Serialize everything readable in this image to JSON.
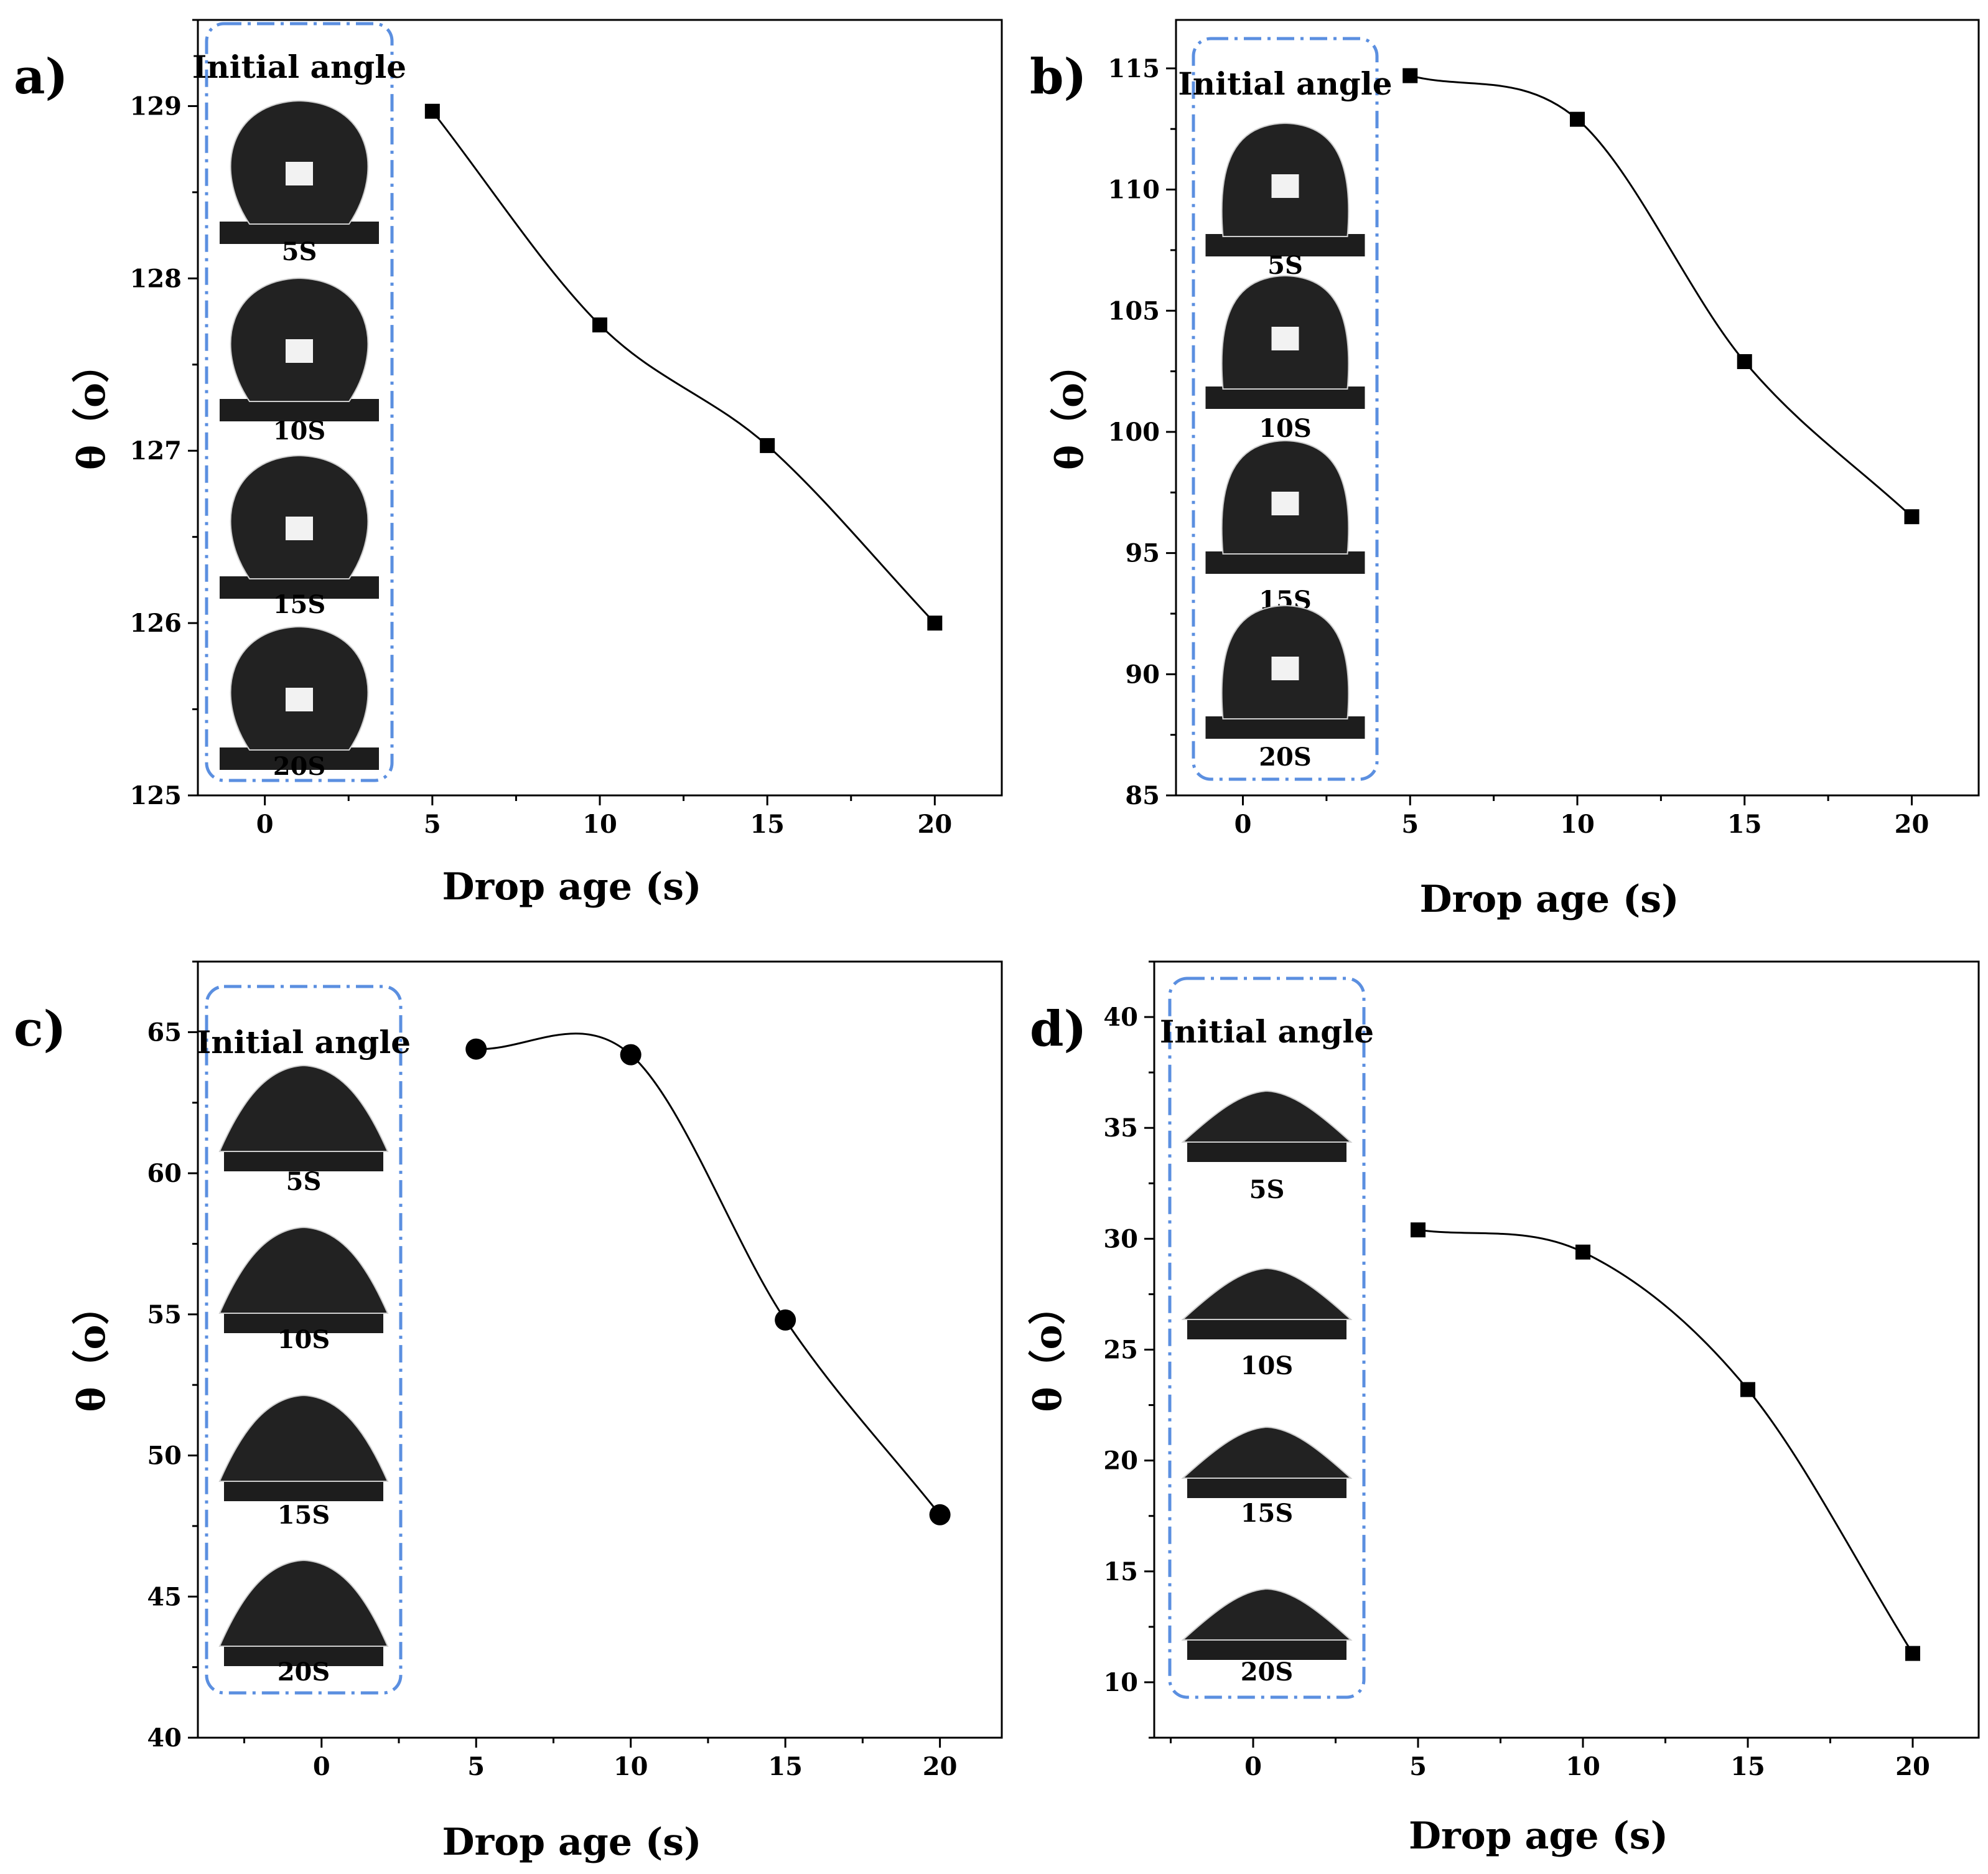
{
  "inset_title": "Initial angle",
  "chart_data": [
    {
      "type": "line",
      "label": "a)",
      "xlabel": "Drop age (s)",
      "ylabel": "θ（ο）",
      "xlim": [
        -2,
        22
      ],
      "ylim": [
        125,
        129.5
      ],
      "xticks": [
        0,
        5,
        10,
        15,
        20
      ],
      "yticks": [
        125,
        126,
        127,
        128,
        129
      ],
      "marker": "square",
      "series": [
        {
          "x": [
            5,
            10,
            15,
            20
          ],
          "y": [
            128.97,
            127.73,
            127.03,
            126.0
          ]
        }
      ],
      "inset": {
        "drop_style": "sphere",
        "times": [
          "5S",
          "10S",
          "15S",
          "20S"
        ]
      }
    },
    {
      "type": "line",
      "label": "b)",
      "xlabel": "Drop age (s)",
      "ylabel": "θ（ο）",
      "xlim": [
        -2,
        22
      ],
      "ylim": [
        85,
        117
      ],
      "xticks": [
        0,
        5,
        10,
        15,
        20
      ],
      "yticks": [
        85,
        90,
        95,
        100,
        105,
        110,
        115
      ],
      "marker": "square",
      "series": [
        {
          "x": [
            5,
            10,
            15,
            20
          ],
          "y": [
            114.7,
            112.9,
            102.9,
            96.5
          ]
        }
      ],
      "inset": {
        "drop_style": "dome",
        "times": [
          "5S",
          "10S",
          "15S",
          "20S"
        ]
      }
    },
    {
      "type": "line",
      "label": "c)",
      "xlabel": "Drop age (s)",
      "ylabel": "θ（ο）",
      "xlim": [
        -4,
        22
      ],
      "ylim": [
        40,
        67.5
      ],
      "xticks": [
        0,
        5,
        10,
        15,
        20
      ],
      "yticks": [
        40,
        45,
        50,
        55,
        60,
        65
      ],
      "marker": "circle",
      "series": [
        {
          "x": [
            5,
            10,
            15,
            20
          ],
          "y": [
            64.4,
            64.2,
            54.8,
            47.9
          ]
        }
      ],
      "inset": {
        "drop_style": "cap",
        "times": [
          "5S",
          "10S",
          "15S",
          "20S"
        ]
      }
    },
    {
      "type": "line",
      "label": "d)",
      "xlabel": "Drop age (s)",
      "ylabel": "θ（ο）",
      "xlim": [
        -3,
        22
      ],
      "ylim": [
        7.5,
        42.5
      ],
      "xticks": [
        0,
        5,
        10,
        15,
        20
      ],
      "yticks": [
        10,
        15,
        20,
        25,
        30,
        35,
        40
      ],
      "marker": "square",
      "series": [
        {
          "x": [
            5,
            10,
            15,
            20
          ],
          "y": [
            30.4,
            29.4,
            23.2,
            11.3
          ]
        }
      ],
      "inset": {
        "drop_style": "flat",
        "times": [
          "5S",
          "10S",
          "15S",
          "20S"
        ]
      }
    }
  ]
}
